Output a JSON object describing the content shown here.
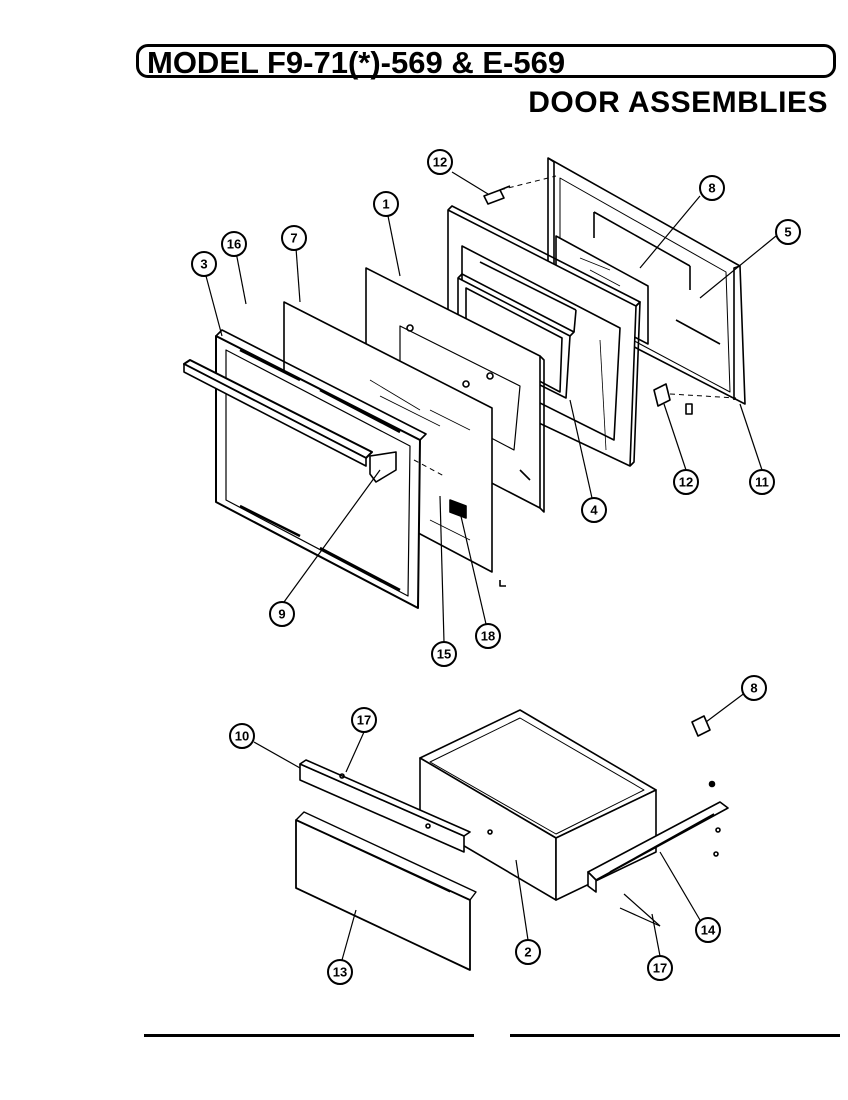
{
  "header": {
    "model_title": "MODEL F9-71(*)-569 & E-569",
    "section_title": "DOOR ASSEMBLIES"
  },
  "callouts": [
    {
      "id": "c-12a",
      "label": "12"
    },
    {
      "id": "c-8a",
      "label": "8"
    },
    {
      "id": "c-5",
      "label": "5"
    },
    {
      "id": "c-1",
      "label": "1"
    },
    {
      "id": "c-7",
      "label": "7"
    },
    {
      "id": "c-16",
      "label": "16"
    },
    {
      "id": "c-3",
      "label": "3"
    },
    {
      "id": "c-4",
      "label": "4"
    },
    {
      "id": "c-12b",
      "label": "12"
    },
    {
      "id": "c-11",
      "label": "11"
    },
    {
      "id": "c-9",
      "label": "9"
    },
    {
      "id": "c-15",
      "label": "15"
    },
    {
      "id": "c-18",
      "label": "18"
    },
    {
      "id": "c-8b",
      "label": "8"
    },
    {
      "id": "c-10",
      "label": "10"
    },
    {
      "id": "c-17a",
      "label": "17"
    },
    {
      "id": "c-2",
      "label": "2"
    },
    {
      "id": "c-14",
      "label": "14"
    },
    {
      "id": "c-17b",
      "label": "17"
    },
    {
      "id": "c-13",
      "label": "13"
    }
  ]
}
